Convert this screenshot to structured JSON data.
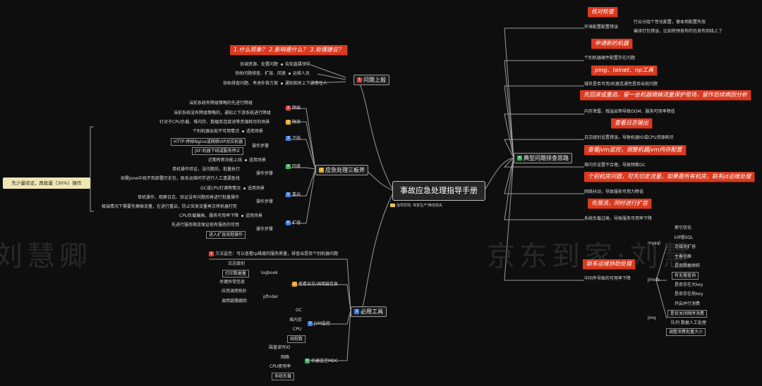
{
  "main_title": "事故应急处理指导手册",
  "main_note": "指导原则: 恢复生产/降低损失",
  "root_left": "先少量验证，再批量（30%）操作",
  "watermark_left": "刘慧卿",
  "watermark_right": "京东到家·刘慧",
  "badge_colors": {
    "red": "#e0443a",
    "yellow": "#e8a820",
    "blue": "#3f7fe0",
    "green": "#3db05a"
  },
  "left": {
    "b1": {
      "num": "1",
      "label": "问题上报",
      "red": "1.什么现象？ 2.影响是什么？ 3.处理建议？",
      "items": [
        {
          "a": "协调资源、处置问题",
          "b": "告知直属领导"
        },
        {
          "a": "协助问题排查、扩容、回滚",
          "b": "运维人员"
        },
        {
          "a": "协助排查问题、考虑补救方案",
          "b": "通知相关上下游责任人"
        }
      ]
    },
    "b2": {
      "num": "2",
      "label": "应急处理三板斧",
      "s1": {
        "num": "1",
        "label": "降级",
        "items": [
          "当前系统有降级策略的先进行降级",
          "当前系统没有降级策略的，通知上下游系统进行降级"
        ]
      },
      "s2": {
        "num": "2",
        "label": "限流",
        "items": [
          "针对于CPU负载、堆内存、数据库连接池等资源耗尽的场景"
        ]
      },
      "s3": {
        "num": "3",
        "label": "下线",
        "items": [
          {
            "a": "个别机器出现不可用情况",
            "b": "适用场景"
          },
          {
            "a": "HTTP:停掉Nginx或网络VIP对应机器",
            "b": "操作步骤"
          },
          {
            "a": "JSF:机器下线或服务停止",
            "b": ""
          }
        ]
      },
      "s4": {
        "num": "4",
        "label": "回滚",
        "items": [
          {
            "a": "近期有新功能上线",
            "b": "适用场景"
          },
          {
            "a": "单机操作验证，没问题后，批量执行",
            "b": "操作步骤"
          },
          {
            "a": "如需jone中找不到部署历史包，联系运维同学进行人工遗漏查找",
            "b": ""
          }
        ]
      },
      "s5": {
        "num": "5",
        "label": "重启",
        "items": [
          {
            "a": "GC或CPU打满等情况",
            "b": "适用场景"
          },
          {
            "a": "单机操作，观察日志、验证没有问题后再进行批量操作",
            "b": "操作步骤"
          },
          {
            "a": "极端情况下需要先摘掉流量，在进行重启，防止突发流量再次将机器打死",
            "b": ""
          }
        ]
      },
      "s6": {
        "num": "6",
        "label": "扩容",
        "items": [
          {
            "a": "CPU负载偏高，服务可用率下降",
            "b": "适用场景"
          },
          {
            "a": "先进行服务限流保证现有服务的可用",
            "b": "操作步骤"
          },
          {
            "a": "进入扩容流程操作",
            "b": ""
          }
        ]
      }
    },
    "b3": {
      "num": "3",
      "label": "必用工具",
      "s1": {
        "num": "1",
        "label": "方法监控：可以查看tp维度的服务质量，排查出是否个别机器问题"
      },
      "s2": {
        "num": "2",
        "label": "查看日志/调用链信息",
        "logbook": "logbook",
        "logbook_items": [
          "日志级别",
          "打印数据量",
          "关键异常信息"
        ],
        "pfinder": "pfinder",
        "pfinder_items": [
          "应用调用拓扑",
          "调用链路跟踪"
        ]
      },
      "s3": {
        "num": "3",
        "label": "JVM监控",
        "items": [
          "GC",
          "堆内存",
          "CPU",
          "线程数"
        ]
      },
      "s4": {
        "num": "4",
        "label": "机器监控MDC",
        "items": [
          "磁盘读写IO",
          "网络",
          "CPU使用率",
          "系统负载"
        ]
      }
    }
  },
  "right": {
    "num": "4",
    "label": "典型问题排查思路",
    "tags": [
      "核对检查",
      "申请新的机器",
      "ping、telnet、np工具",
      "先回滚或重启，留一台机器摘掉流量保护现场，留作后续病因分析",
      "查看日志输出",
      "查看jvm监控，调整机器jvm内存配置",
      "个别机房问题，可先切走流量，如果是所有机房，联系jd运维处理",
      "先限流，同时进行扩容",
      "联系运维协助处理"
    ],
    "items": {
      "i1": "环境配置配置错误",
      "i1a": "行云分组个性化配置，便本地配置失效",
      "i1b": "编译打包错误，比如将预发布的包发布到线上了",
      "i2": "个别机器硬件配置存在问题",
      "i3": "域名是否可用/机器连通性是否出现问题",
      "i4": "内存泄露、栈溢出等导致OOM、服务可用率降低",
      "i5": "日志级别设置错误，导致机器IO或CPU资源耗尽",
      "i6": "堆内存设置不合理，导致频繁GC",
      "i7": "网络抖动，导致服务可用力降低",
      "i8": "系统负载过高，导致服务可用率下降",
      "i9": "中间件导致的可用率下降",
      "mysql": "mysql",
      "mysql_items": [
        "索引优化",
        "kill慢SQL",
        "连接池扩容",
        "主备切换"
      ],
      "jimdb": "Jimdb",
      "jimdb_items": [
        "是否数据倾斜",
        "有无慢查询",
        "是否存在大key",
        "是否存在热key"
      ],
      "jmq": "jmq",
      "jmq_items": [
        "开启并行消费",
        "是否关闭顺序消费",
        "队列 数据人工处理",
        "调整消费批量大小"
      ]
    }
  }
}
